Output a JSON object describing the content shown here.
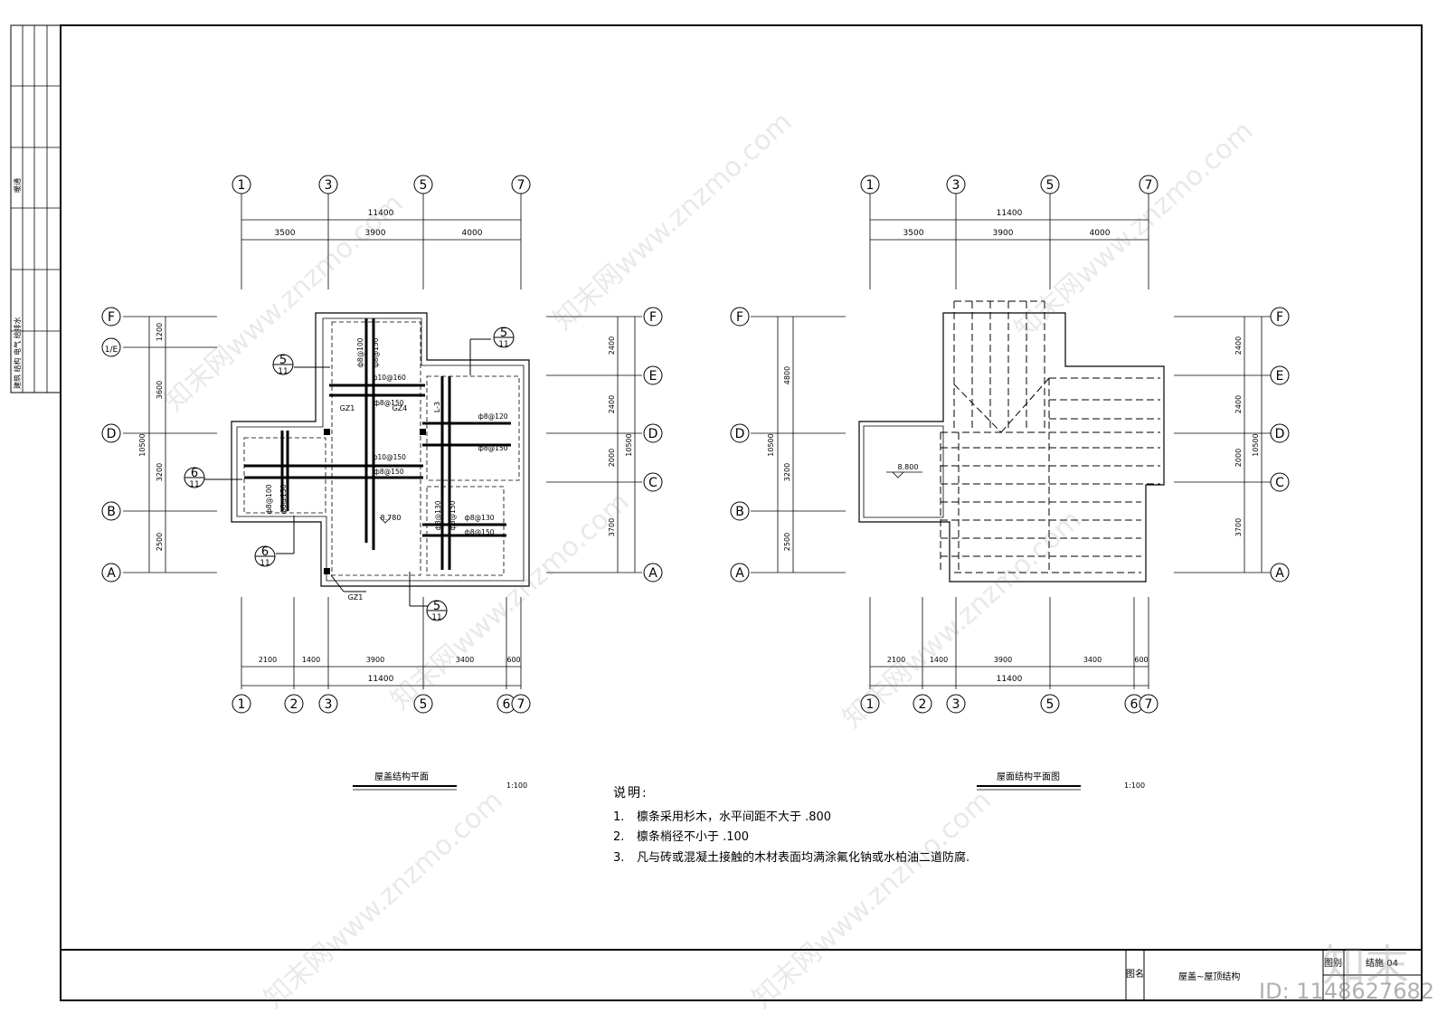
{
  "left_plan": {
    "title": "屋盖结构平面",
    "scale": "1:100",
    "top_axes": [
      "1",
      "3",
      "5",
      "7"
    ],
    "bottom_axes": [
      "1",
      "2",
      "3",
      "5",
      "6",
      "7"
    ],
    "left_axes": [
      "F",
      "1/E",
      "D",
      "B",
      "A"
    ],
    "right_axes": [
      "F",
      "E",
      "D",
      "C",
      "A"
    ],
    "top_overall": "11400",
    "top_dims": [
      "3500",
      "3900",
      "4000"
    ],
    "bottom_dims": [
      "2100",
      "1400",
      "3900",
      "3400",
      "600"
    ],
    "bottom_overall": "11400",
    "left_overall": "10500",
    "left_dims": [
      "1200",
      "3600",
      "3200",
      "2500"
    ],
    "right_overall": "10500",
    "right_dims": [
      "2400",
      "2400",
      "2000",
      "3700"
    ],
    "rebar_labels": [
      "ф8@100",
      "ф8@150",
      "ф10@160",
      "ф8@150",
      "ф8@120",
      "ф8@150",
      "ф10@150",
      "ф8@150",
      "ф8@100",
      "ф8@150",
      "ф8@130",
      "ф8@150",
      "ф8@130",
      "ф8@150"
    ],
    "column_labels": [
      "GZ1",
      "GZ4",
      "GZ1"
    ],
    "beam_label": "L-3",
    "elevation": "8.780",
    "section_marks": [
      {
        "num": "5",
        "sheet": "11"
      },
      {
        "num": "5",
        "sheet": "11"
      },
      {
        "num": "6",
        "sheet": "11"
      },
      {
        "num": "6",
        "sheet": "11"
      },
      {
        "num": "5",
        "sheet": "11"
      }
    ]
  },
  "right_plan": {
    "title": "屋面结构平面图",
    "scale": "1:100",
    "top_axes": [
      "1",
      "3",
      "5",
      "7"
    ],
    "bottom_axes": [
      "1",
      "2",
      "3",
      "5",
      "6",
      "7"
    ],
    "left_axes": [
      "F",
      "D",
      "B",
      "A"
    ],
    "right_axes": [
      "F",
      "E",
      "D",
      "C",
      "A"
    ],
    "top_overall": "11400",
    "top_dims": [
      "3500",
      "3900",
      "4000"
    ],
    "bottom_dims": [
      "2100",
      "1400",
      "3900",
      "3400",
      "600"
    ],
    "bottom_overall": "11400",
    "left_overall": "10500",
    "left_dims": [
      "4800",
      "3200",
      "2500"
    ],
    "right_overall": "10500",
    "right_dims": [
      "2400",
      "2400",
      "2000",
      "3700"
    ],
    "elevation": "8.800"
  },
  "notes": {
    "heading": "说明:",
    "items": [
      {
        "num": "1.",
        "text": "檩条采用杉木，水平间距不大于 .800"
      },
      {
        "num": "2.",
        "text": "檩条梢径不小于 .100"
      },
      {
        "num": "3.",
        "text": "凡与砖或混凝土接触的木材表面均满涂氟化钠或水柏油二道防腐."
      }
    ]
  },
  "margin_strip": {
    "label_top": "暖通",
    "label_bottom": "建筑 结构 电气 给排水"
  },
  "title_block": {
    "drawing_label": "图名",
    "drawing_title": "屋盖~屋顶结构",
    "sheet_label": "图别",
    "sheet_no": "结施 04"
  },
  "watermarks": {
    "text": "知末网www.znzmo.com",
    "brand": "知末",
    "image_id": "ID: 1148627682"
  }
}
